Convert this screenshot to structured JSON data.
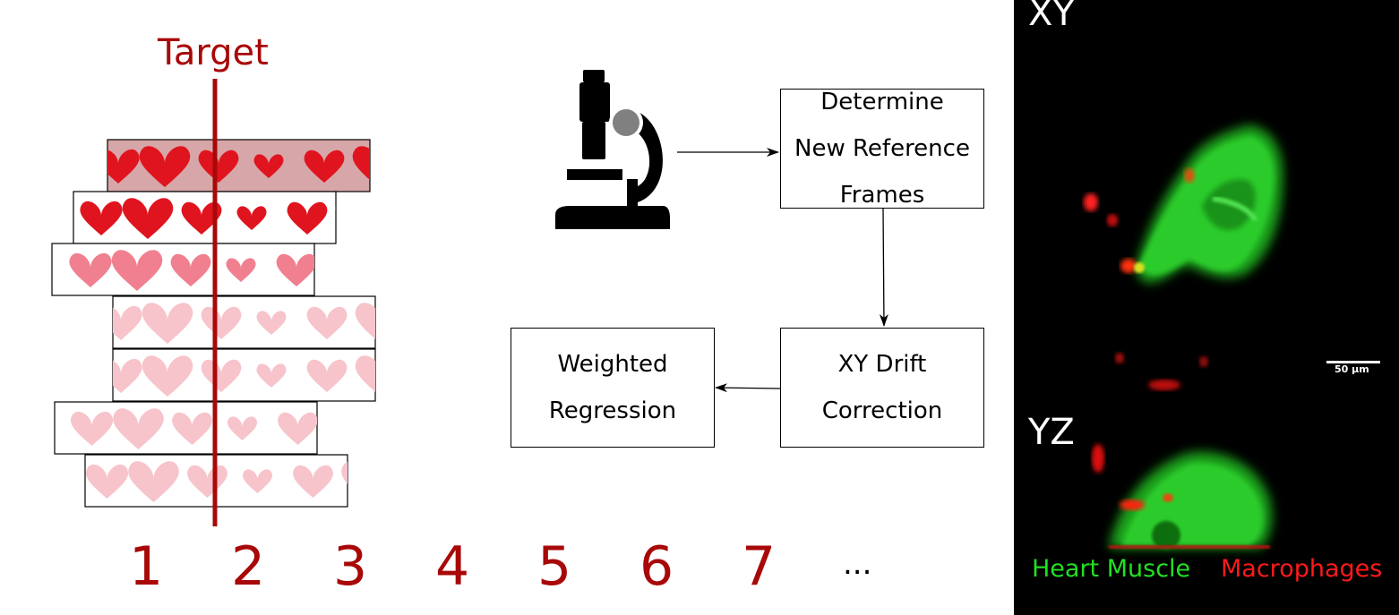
{
  "strip_diagram": {
    "target_label": "Target",
    "frame_numbers": [
      "1",
      "2",
      "3",
      "4",
      "5",
      "6",
      "7"
    ],
    "ellipsis": "...",
    "colors": {
      "accent": "#a80808",
      "heart_dark": "#e0141e",
      "heart_mid": "#f08090",
      "heart_light": "#f7c4cb",
      "strip_highlight": "#d7a6a8"
    }
  },
  "flowchart": {
    "icon": "microscope-icon",
    "boxes": {
      "reference": "Determine\nNew Reference\nFrames",
      "drift": "XY Drift\nCorrection",
      "regression": "Weighted\nRegression"
    }
  },
  "image_panel": {
    "xy_label": "XY",
    "yz_label": "YZ",
    "scale_bar": "50 µm",
    "legend": [
      {
        "label": "Heart Muscle",
        "color": "#22e022"
      },
      {
        "label": "Macrophages",
        "color": "#ff1a1a"
      }
    ]
  }
}
